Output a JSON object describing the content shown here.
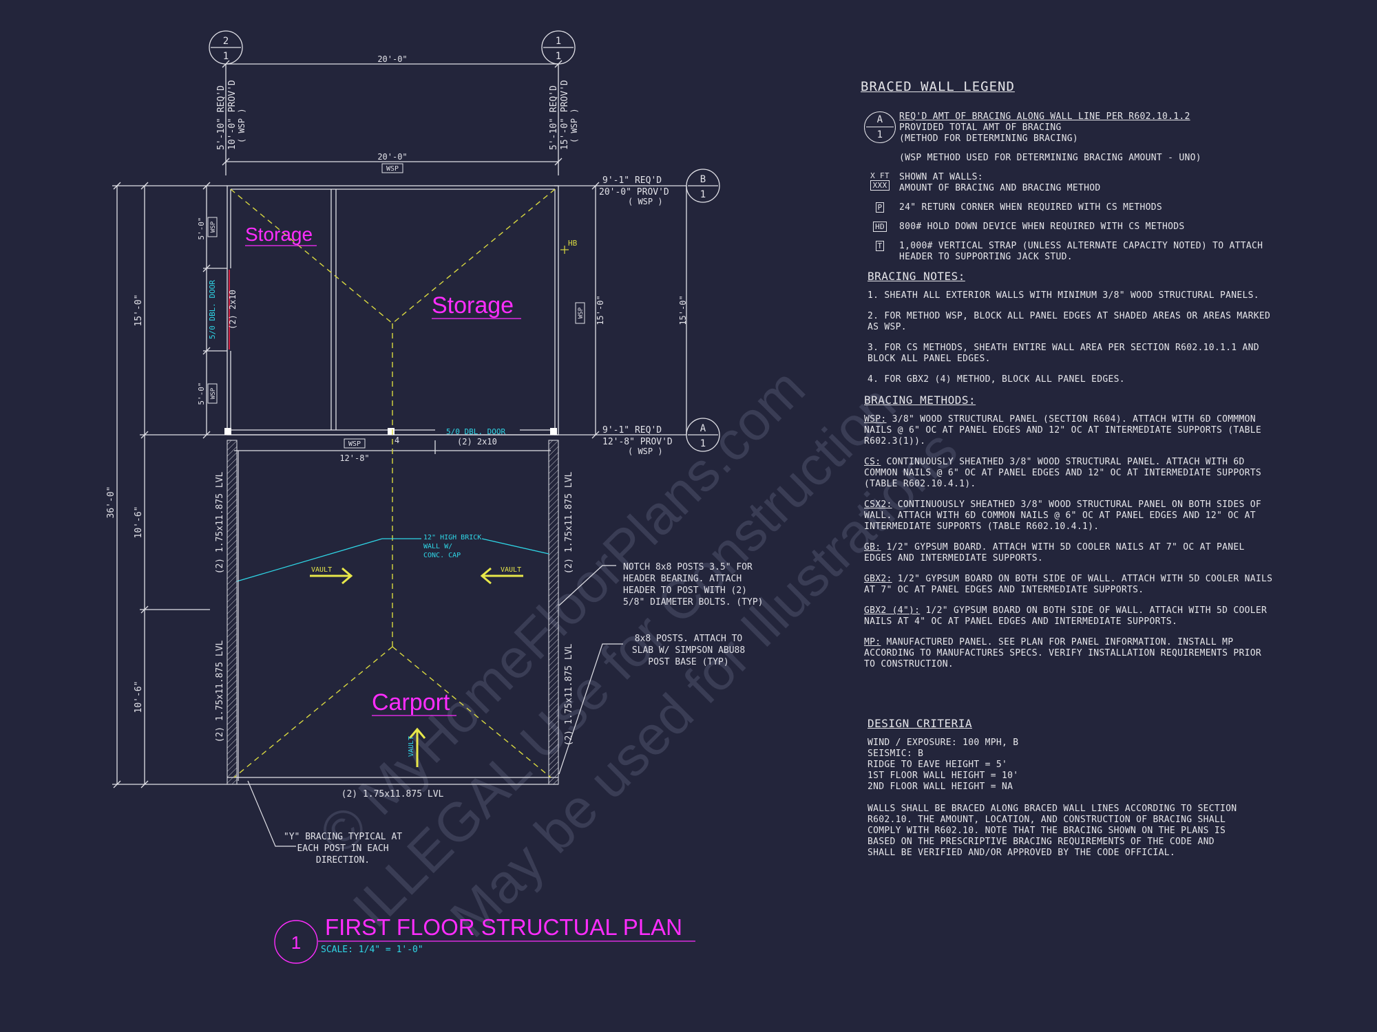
{
  "rooms": {
    "storage_small": "Storage",
    "storage_large": "Storage",
    "carport": "Carport"
  },
  "grid": {
    "left_top": "2",
    "left_bottom": "1",
    "right_top": "1",
    "right_bottom": "1",
    "b_top": "B",
    "b_bottom": "1",
    "a_top": "A",
    "a_bottom": "1"
  },
  "dims": {
    "top_overall": "20'-0\"",
    "top_wall": "20'-0\"",
    "top_wall_tag": "WSP",
    "overall_height": "36'-0\"",
    "left_upper": "15'-0\"",
    "left_mid": "10'-6\"",
    "left_low": "10'-6\"",
    "left_seg_a": "5'-0\"",
    "left_seg_b": "5'-0\"",
    "right_inner": "15'-0\"",
    "right_outer": "15'-0\"",
    "mid_span": "12'-8\""
  },
  "bracing": {
    "left_req": "5'-10\" REQ'D",
    "left_prov": "10'-0\" PROV'D",
    "left_m": "( WSP )",
    "right_req": "5'-10\" REQ'D",
    "right_prov": "15'-0\" PROV'D",
    "right_m": "( WSP )",
    "b_req": "9'-1\" REQ'D",
    "b_prov": "20'-0\" PROV'D",
    "b_m": "( WSP )",
    "a_req": "9'-1\" REQ'D",
    "a_prov": "12'-8\" PROV'D",
    "a_m": "( WSP )"
  },
  "tags": {
    "wsp": "WSP",
    "hb": "HB",
    "post_mark": "4"
  },
  "doors": {
    "left_door": "5/0 DBL. DOOR",
    "left_header": "(2) 2x10",
    "mid_door": "5/0 DBL. DOOR",
    "mid_header": "(2) 2x10"
  },
  "beams": {
    "left_upper": "(2) 1.75x11.875 LVL",
    "left_lower": "(2) 1.75x11.875 LVL",
    "right_upper": "(2) 1.75x11.875 LVL",
    "right_lower": "(2) 1.75x11.875 LVL",
    "bottom": "(2) 1.75x11.875 LVL"
  },
  "vault": {
    "label": "VAULT"
  },
  "brick_note": [
    "12\" HIGH BRICK",
    "WALL W/",
    "CONC. CAP"
  ],
  "callouts": {
    "notch": [
      "NOTCH 8x8 POSTS 3.5\" FOR",
      "HEADER BEARING. ATTACH",
      "HEADER TO POST WITH (2)",
      "5/8\" DIAMETER BOLTS. (TYP)"
    ],
    "posts": [
      "8x8 POSTS. ATTACH TO",
      "SLAB W/ SIMPSON ABU88",
      "POST BASE (TYP)"
    ],
    "y_bracing": [
      "\"Y\" BRACING TYPICAL AT",
      "EACH POST IN EACH",
      "DIRECTION."
    ]
  },
  "title_block": {
    "number": "1",
    "title": "FIRST FLOOR STRUCTUAL PLAN",
    "scale": "SCALE: 1/4\" = 1'-0\""
  },
  "watermark": {
    "line1": "© MyHomeFloorPlans.com",
    "line2": "ILLEGAL Use for Construction",
    "line3": "May be used for Illustrations"
  },
  "legend": {
    "title": "BRACED WALL LEGEND",
    "symbol_top": "A",
    "symbol_bottom": "1",
    "symbol_lines": [
      "REQ'D AMT OF BRACING ALONG WALL LINE PER R602.10.1.2",
      "PROVIDED TOTAL AMT OF BRACING",
      "(METHOD FOR DETERMINING BRACING)"
    ],
    "wsp_method_note": "(WSP METHOD USED FOR DETERMINING BRACING AMOUNT - UNO)",
    "xft_top": "X FT",
    "xft_box": "XXX",
    "xft_lines": [
      "SHOWN AT WALLS:",
      "AMOUNT OF BRACING AND BRACING METHOD"
    ],
    "p_box": "P",
    "p_text": "24\" RETURN CORNER WHEN REQUIRED WITH CS METHODS",
    "hd_box": "HD",
    "hd_text": "800# HOLD DOWN DEVICE WHEN REQUIRED WITH CS METHODS",
    "t_box": "T",
    "t_text": "1,000# VERTICAL STRAP (UNLESS ALTERNATE CAPACITY NOTED) TO ATTACH HEADER TO SUPPORTING JACK STUD.",
    "notes_title": "BRACING NOTES:",
    "notes": [
      "1. SHEATH ALL EXTERIOR WALLS WITH MINIMUM 3/8\" WOOD STRUCTURAL PANELS.",
      "2. FOR METHOD WSP, BLOCK ALL PANEL EDGES AT SHADED AREAS OR AREAS MARKED AS WSP.",
      "3. FOR CS METHODS, SHEATH ENTIRE WALL AREA PER SECTION R602.10.1.1 AND BLOCK ALL PANEL EDGES.",
      "4. FOR GBx2 (4) METHOD, BLOCK ALL PANEL EDGES."
    ],
    "methods_title": "BRACING METHODS:",
    "methods": [
      {
        "key": "WSP:",
        "text": " 3/8\" WOOD STRUCTURAL PANEL (SECTION R604). ATTACH WITH 6d COMMMON NAILS @ 6\" OC AT PANEL EDGES AND 12\" OC AT INTERMEDIATE SUPPORTS (TABLE R602.3(1))."
      },
      {
        "key": "CS:",
        "text": " CONTINUOUSLY SHEATHED 3/8\" WOOD STRUCTURAL PANEL. ATTACH WITH 6d COMMON NAILS @ 6\" OC AT PANEL EDGES AND 12\" OC AT INTERMEDIATE SUPPORTS (TABLE R602.10.4.1)."
      },
      {
        "key": "CSx2:",
        "text": " CONTINUOUSLY SHEATHED 3/8\" WOOD STRUCTURAL PANEL ON BOTH SIDES OF WALL. ATTACH WITH 6d COMMON NAILS @ 6\" OC AT PANEL EDGES AND 12\" OC AT INTERMEDIATE SUPPORTS (TABLE R602.10.4.1)."
      },
      {
        "key": "GB:",
        "text": " 1/2\" GYPSUM BOARD. ATTACH WITH 5d COOLER NAILS AT 7\" OC AT PANEL EDGES AND INTERMEDIATE SUPPORTS."
      },
      {
        "key": "GBx2:",
        "text": " 1/2\" GYPSUM BOARD ON BOTH SIDE OF WALL. ATTACH WITH 5d COOLER NAILS AT 7\" OC AT PANEL EDGES AND INTERMEDIATE SUPPORTS."
      },
      {
        "key": "GBx2 (4\"):",
        "text": " 1/2\" GYPSUM BOARD ON BOTH SIDE OF WALL. ATTACH WITH 5d COOLER NAILS AT 4\" OC AT PANEL EDGES AND INTERMEDIATE SUPPORTS."
      },
      {
        "key": "MP:",
        "text": " MANUFACTURED PANEL. SEE PLAN FOR PANEL INFORMATION. INSTALL MP ACCORDING TO MANUFACTURES SPECS. VERIFY INSTALLATION REQUIREMENTS PRIOR TO CONSTRUCTION."
      }
    ],
    "design_title": "DESIGN CRITERIA",
    "design": [
      "WIND / EXPOSURE:  100 MPH, B",
      "SEISMIC:  B",
      "RIDGE TO EAVE HEIGHT = 5'",
      "1ST FLOOR WALL HEIGHT = 10'",
      "2ND FLOOR WALL HEIGHT = NA"
    ],
    "closing": "WALLS SHALL BE BRACED ALONG BRACED WALL LINES ACCORDING TO SECTION R602.10. THE AMOUNT, LOCATION, AND CONSTRUCTION OF BRACING SHALL COMPLY WITH R602.10. NOTE THAT THE BRACING SHOWN ON THE PLANS IS BASED ON THE PRESCRIPTIVE BRACING REQUIREMENTS OF THE CODE AND SHALL BE VERIFIED AND/OR APPROVED BY THE CODE OFFICIAL."
  }
}
